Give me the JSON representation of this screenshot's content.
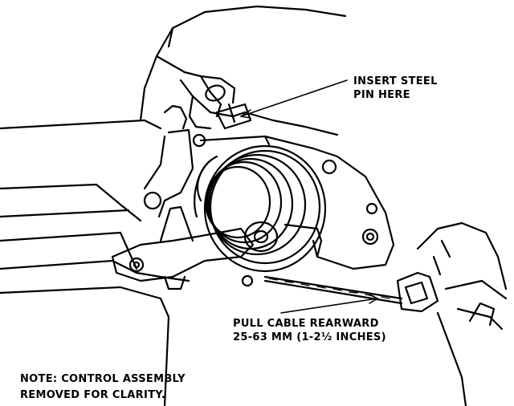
{
  "callouts": {
    "insert_pin": {
      "line1": "INSERT STEEL",
      "line2": "PIN HERE"
    },
    "pull_cable": {
      "line1": "PULL CABLE REARWARD",
      "line2": "25-63 mm (1-2½ INCHES)"
    }
  },
  "note": {
    "line1": "NOTE: CONTROL ASSEMBLY",
    "line2": "REMOVED FOR CLARITY."
  },
  "colors": {
    "ink": "#000000",
    "paper": "#ffffff"
  }
}
